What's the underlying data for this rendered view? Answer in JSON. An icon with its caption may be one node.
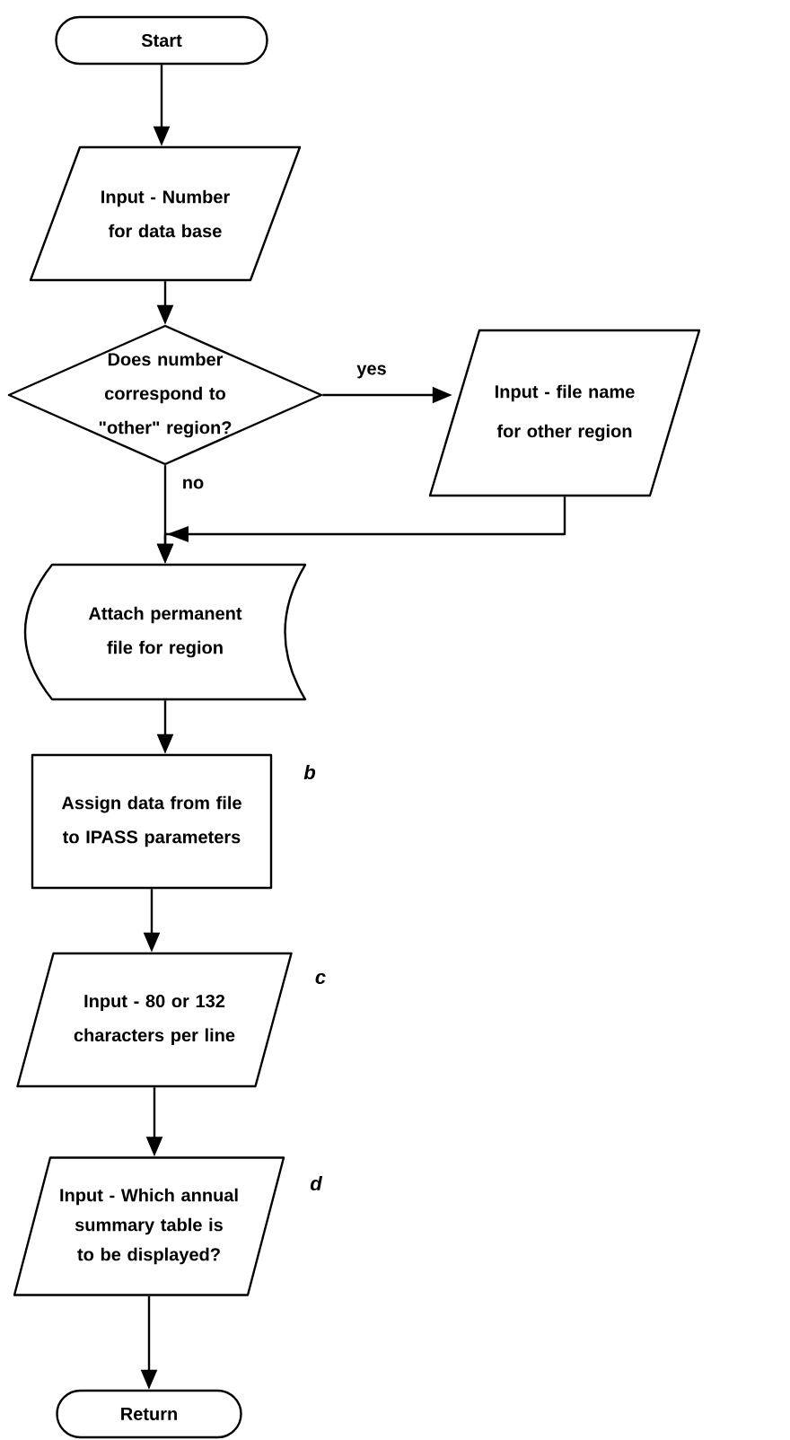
{
  "diagram": {
    "nodes": [
      {
        "text": [
          "Start"
        ]
      },
      {
        "text": [
          "Input - Number for data base"
        ]
      },
      {
        "text": [
          "Does number correspond to \"other\" region?"
        ]
      },
      {
        "text": [
          "Input - file name for other region"
        ]
      },
      {
        "text": [
          "Attach permanent file for region"
        ]
      },
      {
        "text": [
          "Assign data from file to IPASS parameters"
        ],
        "beside": [
          "b"
        ]
      },
      {
        "text": [
          "Input - 80 or 132 characters per line"
        ],
        "beside": [
          "c"
        ]
      },
      {
        "text": [
          "Input - Which annual summary table is to be displayed?"
        ],
        "beside": [
          "d"
        ]
      },
      {
        "text": [
          "Return"
        ]
      }
    ],
    "edges": [
      {
        "from": 0,
        "to": 1,
        "arrow": "to"
      },
      {
        "from": 1,
        "to": 2,
        "arrow": "to"
      },
      {
        "from": 2,
        "to": 3,
        "arrow": "to",
        "label": "yes"
      },
      {
        "from": 2,
        "to": 4,
        "arrow": "to",
        "label": "no"
      },
      {
        "from": 3,
        "to": 4,
        "arrow": "to"
      },
      {
        "from": 4,
        "to": 5,
        "arrow": "to"
      },
      {
        "from": 5,
        "to": 6,
        "arrow": "to"
      },
      {
        "from": 6,
        "to": 7,
        "arrow": "to"
      },
      {
        "from": 7,
        "to": 8,
        "arrow": "to"
      }
    ]
  }
}
